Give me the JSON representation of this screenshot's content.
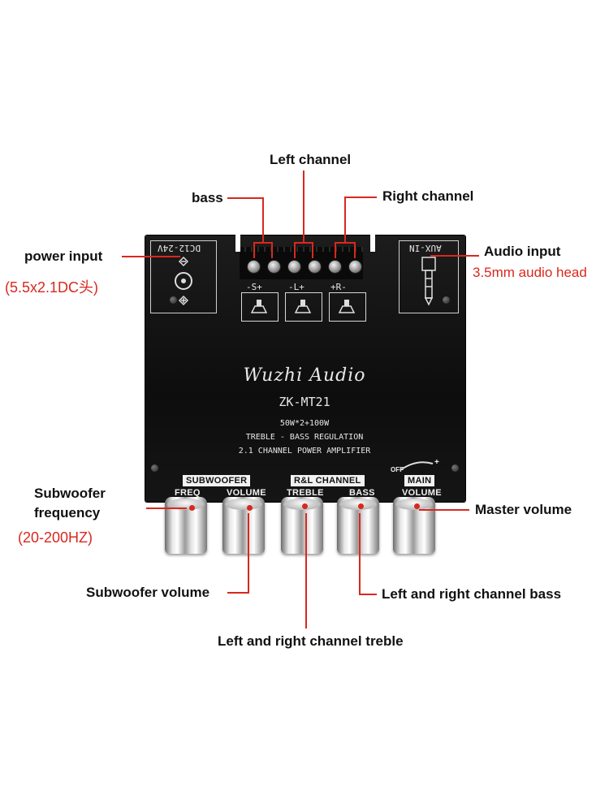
{
  "callouts": {
    "left_channel": "Left channel",
    "bass": "bass",
    "right_channel": "Right channel",
    "power_input": "power input",
    "power_input_spec": "(5.5x2.1DC头)",
    "audio_input": "Audio input",
    "audio_input_spec": "3.5mm audio head",
    "subwoofer_frequency_line1": "Subwoofer",
    "subwoofer_frequency_line2": "frequency",
    "subwoofer_frequency_spec": "(20-200HZ)",
    "master_volume": "Master volume",
    "subwoofer_volume": "Subwoofer volume",
    "lr_bass": "Left and right channel bass",
    "lr_treble": "Left and right channel treble"
  },
  "board": {
    "dc_label": "DC12-24V",
    "aux_label": "AUX-IN",
    "brand": "Wuzhi Audio",
    "model": "ZK-MT21",
    "spec_line1": "50W*2+100W",
    "spec_line2": "TREBLE - BASS REGULATION",
    "spec_line3": "2.1 CHANNEL POWER AMPLIFIER",
    "terminal_labels": [
      "-S+",
      "-L+",
      "+R-"
    ],
    "sections": {
      "subwoofer": "SUBWOOFER",
      "rl_channel": "R&L CHANNEL",
      "main": "MAIN"
    },
    "controls": [
      "FREQ",
      "VOLUME",
      "TREBLE",
      "BASS",
      "VOLUME"
    ],
    "main_off": "OFF",
    "main_plus": "+"
  },
  "colors": {
    "accent": "#d9281e",
    "board": "#111111"
  }
}
